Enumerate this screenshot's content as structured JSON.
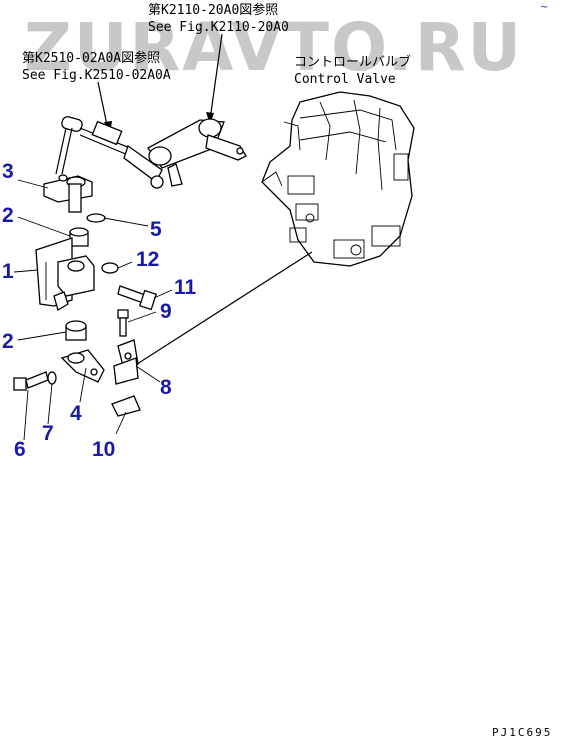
{
  "watermark": "ZURAVTO.RU",
  "references": {
    "fig_k2110_jp": "第K2110-20A0図参照",
    "fig_k2110_en": "See Fig.K2110-20A0",
    "fig_k2510_jp": "第K2510-02A0A図参照",
    "fig_k2510_en": "See Fig.K2510-02A0A",
    "control_valve_jp": "コントロールバルブ",
    "control_valve_en": "Control Valve"
  },
  "callouts": {
    "c1": "1",
    "c2a": "2",
    "c2b": "2",
    "c3": "3",
    "c4": "4",
    "c5": "5",
    "c6": "6",
    "c7": "7",
    "c8": "8",
    "c9": "9",
    "c10": "10",
    "c11": "11",
    "c12": "12"
  },
  "drawing_code": "PJ1C695",
  "colors": {
    "callout": "#1a1aa8",
    "line": "#000000",
    "watermark": "#c8c8c8"
  }
}
